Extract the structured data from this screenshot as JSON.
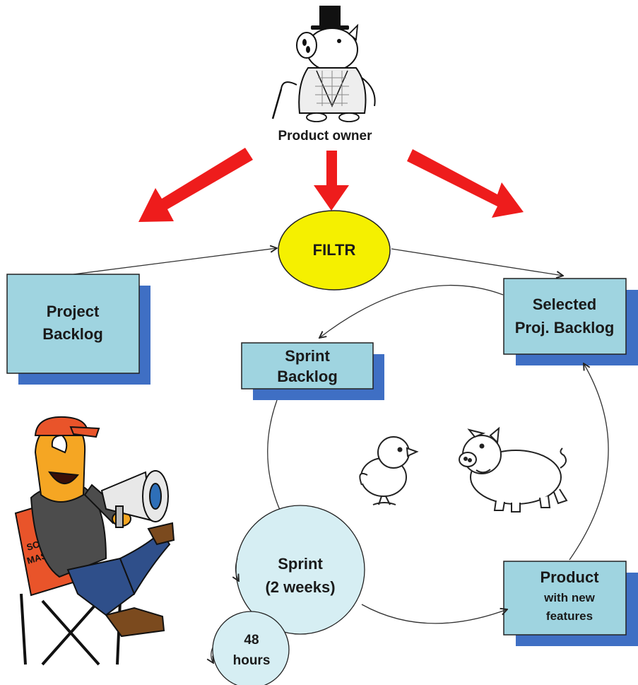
{
  "diagram": {
    "product_owner_label": "Product owner",
    "filter_label": "FILTR",
    "project_backlog": [
      "Project",
      "Backlog"
    ],
    "sprint_backlog": [
      "Sprint",
      "Backlog"
    ],
    "selected_backlog": [
      "Selected",
      "Proj. Backlog"
    ],
    "sprint": [
      "Sprint",
      "(2 weeks)"
    ],
    "daily": [
      "48",
      "hours"
    ],
    "product": [
      "Product",
      "with new",
      "features"
    ],
    "chair_text": [
      "SCRUM",
      "MASTER"
    ]
  },
  "colors": {
    "box_fill": "#9fd4e0",
    "box_shadow": "#3f6fc4",
    "filter_fill": "#f5f000",
    "circle_fill": "#d6eef3",
    "arrow_red": "#ee1c1c"
  },
  "icons": [
    "pig-top-hat-icon",
    "scrum-master-megaphone-icon",
    "chick-icon",
    "pig-icon"
  ]
}
